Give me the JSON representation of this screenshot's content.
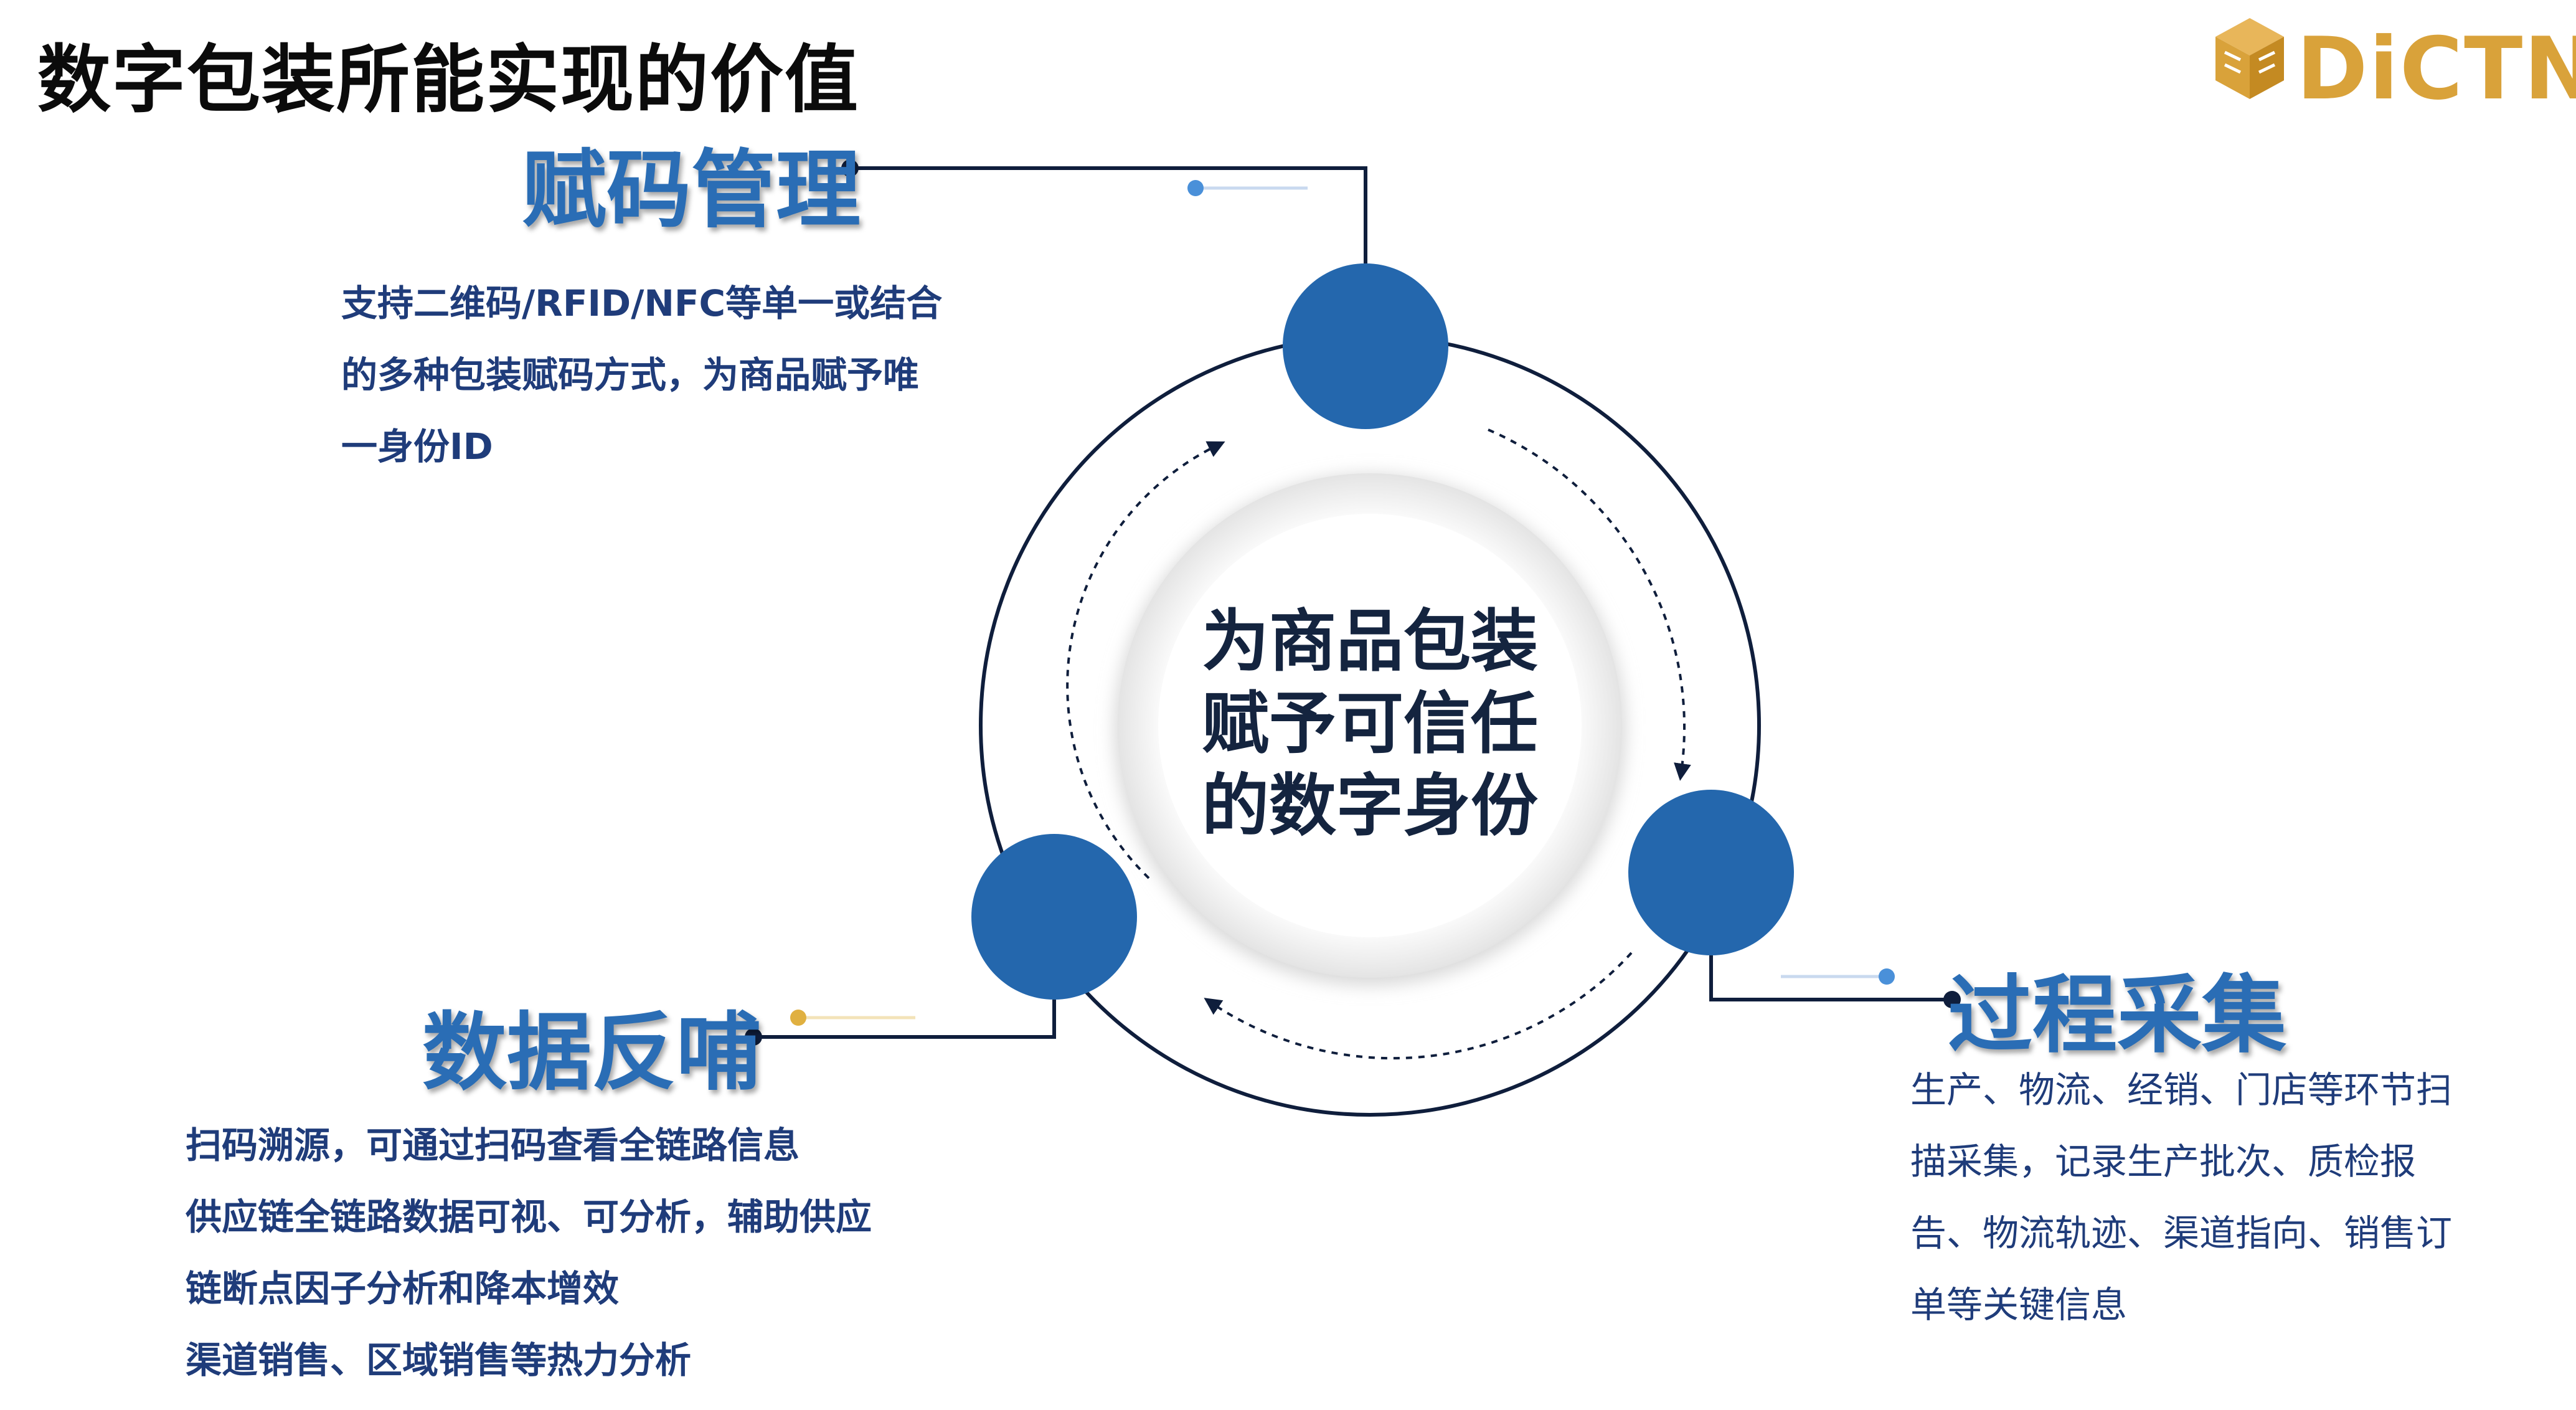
{
  "title": "数字包装所能实现的价值",
  "logo": {
    "brand": "DiCTN",
    "icon": "cube-logo-icon"
  },
  "center": {
    "lines": [
      "为商品包装",
      "赋予可信任",
      "的数字身份"
    ]
  },
  "sections": [
    {
      "title": "赋码管理",
      "lines": [
        "支持二维码/RFID/NFC等单一或结合",
        "的多种包装赋码方式，为商品赋予唯",
        "一身份ID"
      ]
    },
    {
      "title": "过程采集",
      "lines": [
        "生产、物流、经销、门店等环节扫",
        "描采集，记录生产批次、质检报",
        "告、物流轨迹、渠道指向、销售订",
        "单等关键信息"
      ]
    },
    {
      "title": "数据反哺",
      "lines": [
        "扫码溯源，可通过扫码查看全链路信息",
        "供应链全链路数据可视、可分析，辅助供应",
        "链断点因子分析和降本增效",
        "渠道销售、区域销售等热力分析"
      ]
    }
  ],
  "colors": {
    "node_blue": "#2467ad",
    "title_blue": "#2a6db5",
    "text_navy": "#1f3c7a",
    "dark_navy": "#0f1e3c",
    "logo_gold": "#d9a23a",
    "accent_light_blue": "#4a90d9",
    "accent_gold": "#e0b040"
  }
}
